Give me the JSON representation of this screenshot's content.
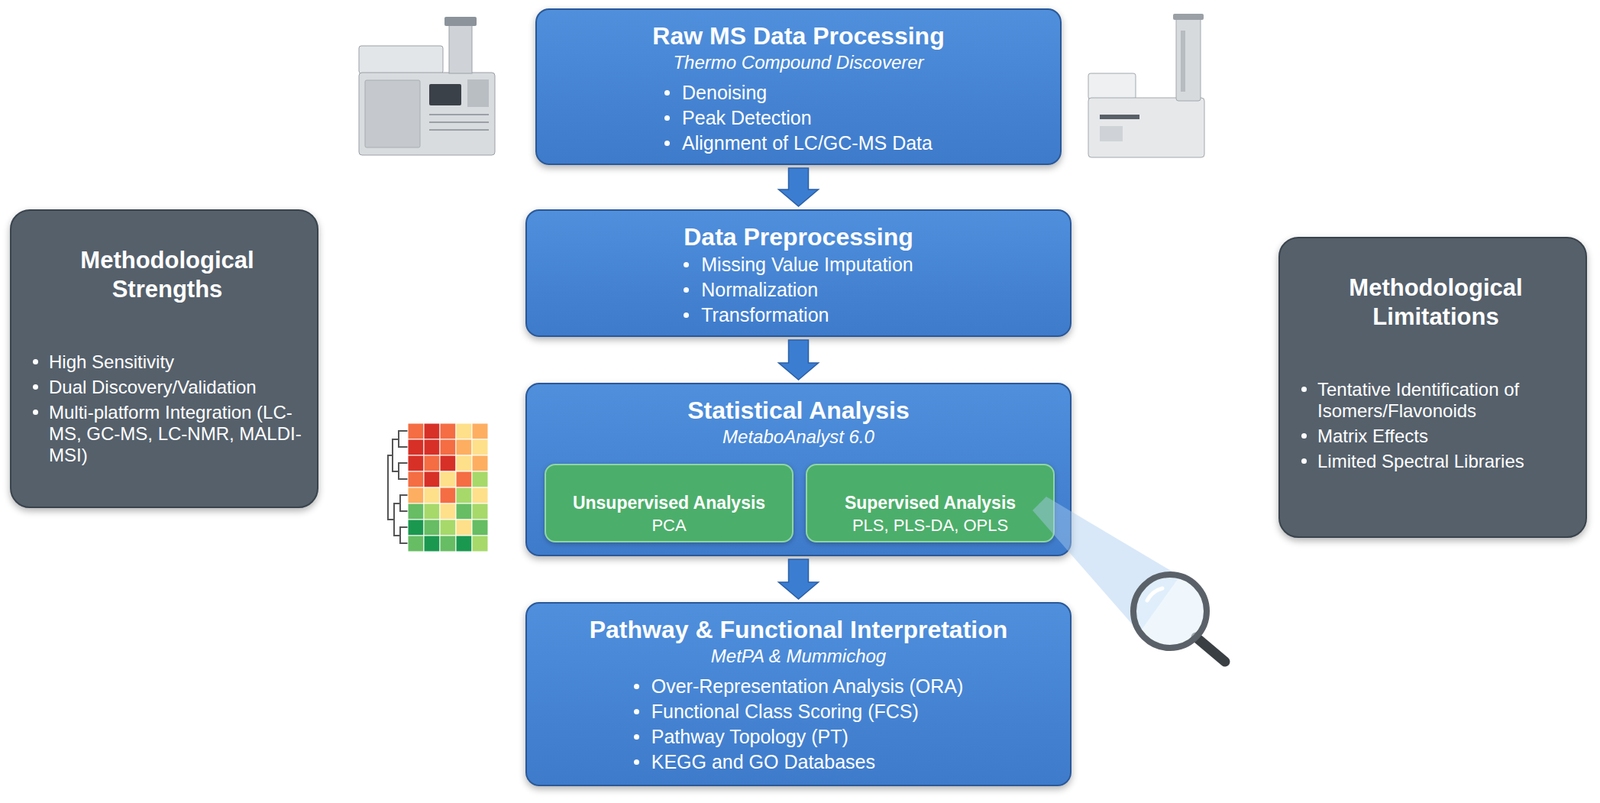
{
  "diagram": {
    "nodes": [
      {
        "text": [
          "Raw MS Data Processing",
          "Thermo Compound Discoverer",
          "Denoising",
          "Peak Detection",
          "Alignment of LC/GC-MS Data"
        ]
      },
      {
        "text": [
          "Methodological Strengths",
          "High Sensitivity",
          "Dual Discovery/Validation",
          "Multi-platform Integration (LC-MS, GC-MS, LC-NMR, MALDI-MSI)"
        ]
      },
      {
        "text": [
          "Data Preprocessing",
          "Missing Value Imputation",
          "Normalization",
          "Transformation"
        ]
      },
      {
        "text": [
          "Methodological Limitations",
          "Tentative Identification of Isomers/Flavonoids",
          "Matrix Effects",
          "Limited Spectral Libraries"
        ]
      },
      {
        "text": [
          "Statistical Analysis",
          "MetaboAnalyst 6.0"
        ]
      },
      {
        "text": [
          "Unsupervised Analysis",
          "PCA"
        ],
        "in": 4
      },
      {
        "text": [
          "Supervised Analysis",
          "PLS, PLS-DA, OPLS"
        ],
        "in": 4
      },
      {
        "text": [
          "Pathway & Functional Interpretation",
          "MetPA & Mummichog",
          "Over-Representation Analysis (ORA)",
          "Functional Class Scoring (FCS)",
          "Pathway Topology (PT)",
          "KEGG and GO Databases"
        ]
      }
    ],
    "edges": [
      {
        "from": 0,
        "to": 2,
        "arrow": "to"
      },
      {
        "from": 2,
        "to": 4,
        "arrow": "to"
      },
      {
        "from": 4,
        "to": 7,
        "arrow": "to"
      }
    ]
  }
}
